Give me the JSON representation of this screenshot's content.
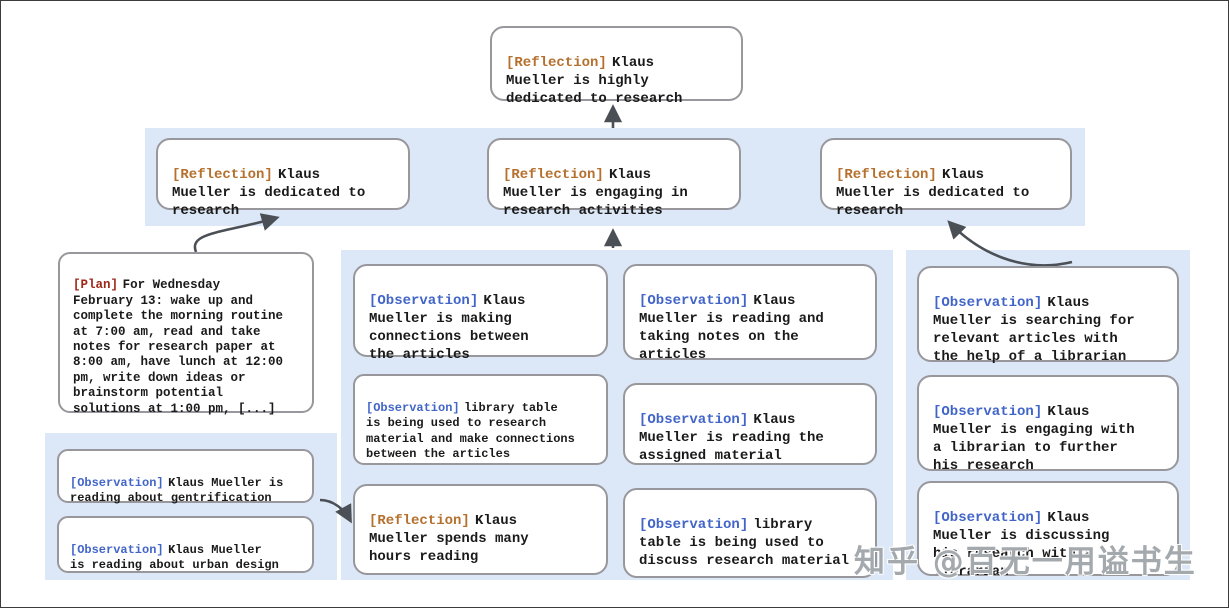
{
  "colors": {
    "reflection_tag": "#b5702d",
    "observation_tag": "#4165c8",
    "plan_tag": "#9e2818",
    "panel_bg": "#dce8f7",
    "box_border": "#98989c",
    "arrow": "#4a5056",
    "text": "#1a1a1a"
  },
  "watermark": "知乎 @百无一用谥书生",
  "nodes": {
    "top_reflection": {
      "tag": "[Reflection]",
      "text": "Klaus\nMueller is highly\ndedicated to research"
    },
    "row_reflections": [
      {
        "tag": "[Reflection]",
        "text": "Klaus\nMueller is dedicated to\nresearch"
      },
      {
        "tag": "[Reflection]",
        "text": "Klaus\nMueller is engaging in\nresearch activities"
      },
      {
        "tag": "[Reflection]",
        "text": "Klaus\nMueller is dedicated to\nresearch"
      }
    ],
    "plan": {
      "tag": "[Plan]",
      "text": "For Wednesday\nFebruary 13: wake up and\ncomplete the morning routine\nat 7:00 am, read and take\nnotes for research paper at\n8:00 am, have lunch at 12:00\npm, write down ideas or\nbrainstorm potential\nsolutions at 1:00 pm, [...]"
    },
    "left_panel": [
      {
        "tag": "[Observation]",
        "text": "Klaus Mueller is\nreading about gentrification"
      },
      {
        "tag": "[Observation]",
        "text": "Klaus Mueller\nis reading about urban design"
      }
    ],
    "middle_panel": {
      "col1": [
        {
          "tag": "[Observation]",
          "text": "Klaus\nMueller is making\nconnections between\nthe articles"
        },
        {
          "tag": "[Observation]",
          "text": "library table\nis being used to research\nmaterial and make connections\nbetween the articles"
        },
        {
          "tag": "[Reflection]",
          "text": "Klaus\nMueller spends many\nhours reading"
        }
      ],
      "col2": [
        {
          "tag": "[Observation]",
          "text": "Klaus\nMueller is reading and\ntaking notes on the\narticles"
        },
        {
          "tag": "[Observation]",
          "text": "Klaus\nMueller is reading the\nassigned material"
        },
        {
          "tag": "[Observation]",
          "text": "library\ntable is being used to\ndiscuss research material"
        }
      ]
    },
    "right_panel": [
      {
        "tag": "[Observation]",
        "text": "Klaus\nMueller is searching for\nrelevant articles with\nthe help of a librarian"
      },
      {
        "tag": "[Observation]",
        "text": "Klaus\nMueller is engaging with\na librarian to further\nhis research"
      },
      {
        "tag": "[Observation]",
        "text": "Klaus\nMueller is discussing\nhis research with a\nlibrarian"
      }
    ]
  }
}
